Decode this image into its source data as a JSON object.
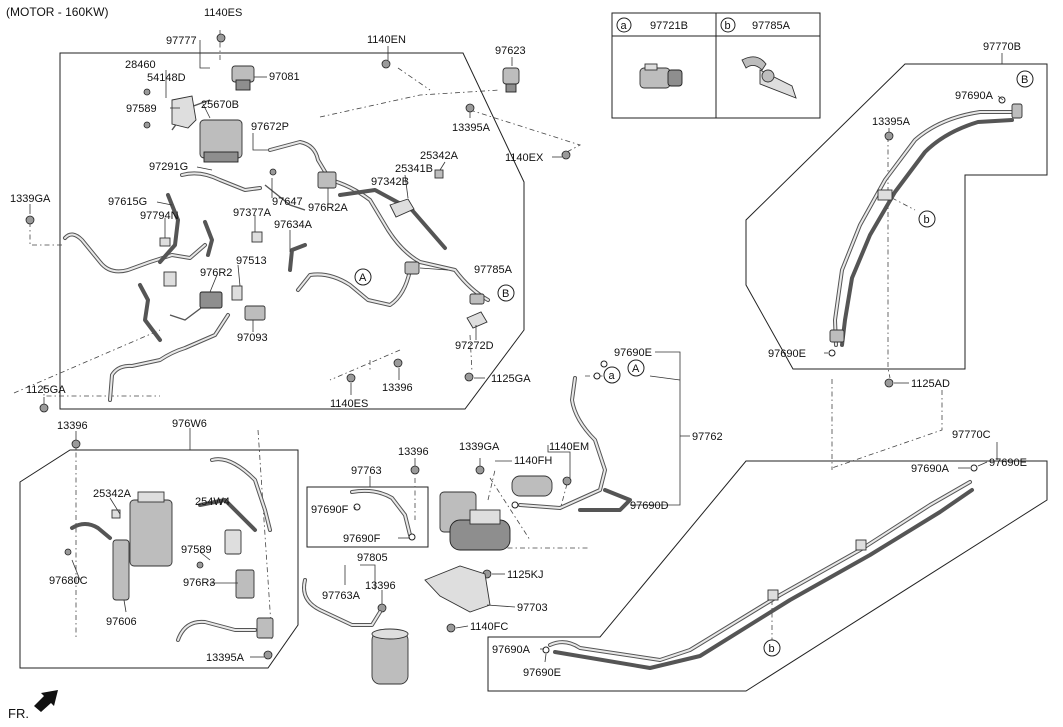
{
  "header": {
    "title": "(MOTOR - 160KW)"
  },
  "legend": {
    "cells": [
      {
        "marker": "a",
        "part": "97721B"
      },
      {
        "marker": "b",
        "part": "97785A"
      }
    ]
  },
  "labels": {
    "p1140ES_top": "1140ES",
    "p97777": "97777",
    "p28460": "28460",
    "p54148D": "54148D",
    "p97081": "97081",
    "p97589_top": "97589",
    "p25670B": "25670B",
    "p97672P": "97672P",
    "p1140EN": "1140EN",
    "p97623": "97623",
    "p13395A_top": "13395A",
    "p1140EX": "1140EX",
    "p97291G": "97291G",
    "p25342A_top": "25342A",
    "p25341B": "25341B",
    "p97342B": "97342B",
    "p1339GA_left": "1339GA",
    "p97615G": "97615G",
    "p97647": "97647",
    "p976R2A": "976R2A",
    "p97794N": "97794N",
    "p97377A": "97377A",
    "p97634A": "97634A",
    "p97513": "97513",
    "p976R2": "976R2",
    "p97785A_main": "97785A",
    "p97093": "97093",
    "p97272D": "97272D",
    "p1125GA_left": "1125GA",
    "p13396_mid": "13396",
    "p1125GA_mid": "1125GA",
    "p1140ES_bot": "1140ES",
    "p97770B": "97770B",
    "p97690A_ur": "97690A",
    "p13395A_ur": "13395A",
    "p97690E_ur": "97690E",
    "p1125AD": "1125AD",
    "p97690E_mid": "97690E",
    "p97762": "97762",
    "p97690D": "97690D",
    "p13396_left": "13396",
    "p976W6": "976W6",
    "p25342A_left": "25342A",
    "p254W4": "254W4",
    "p97589_left": "97589",
    "p976R3": "976R3",
    "p97680C": "97680C",
    "p97606": "97606",
    "p13395A_bot": "13395A",
    "p13396_c": "13396",
    "p1339GA_c": "1339GA",
    "p1140EM": "1140EM",
    "p1140FH": "1140FH",
    "p97763": "97763",
    "p97690F_1": "97690F",
    "p97690F_2": "97690F",
    "p97805": "97805",
    "p97763A": "97763A",
    "p13396_b": "13396",
    "p1125KJ": "1125KJ",
    "p97703": "97703",
    "p1140FC": "1140FC",
    "p97770C": "97770C",
    "p97690A_lr": "97690A",
    "p97690E_lr": "97690E",
    "p97690A_bl": "97690A",
    "p97690E_bl": "97690E"
  },
  "markers": {
    "A1": "A",
    "A2": "A",
    "B1": "B",
    "B2": "B",
    "a1": "a",
    "b1": "b",
    "b2": "b"
  },
  "footer": {
    "direction": "FR."
  }
}
